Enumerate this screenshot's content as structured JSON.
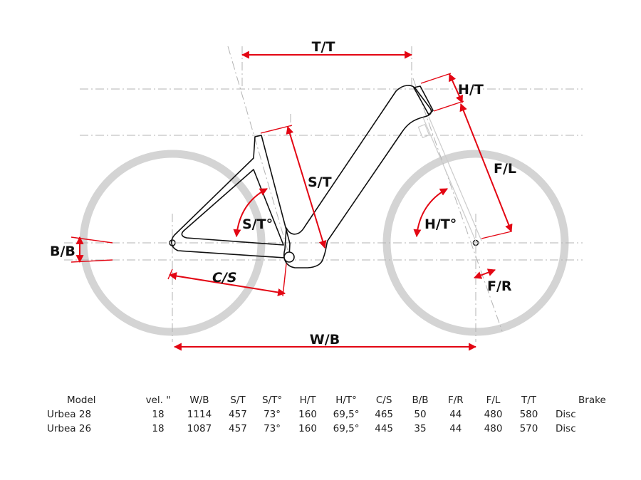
{
  "labels": {
    "tt": "T/T",
    "ht": "H/T",
    "st": "S/T",
    "fl": "F/L",
    "sta": "S/T°",
    "hta": "H/T°",
    "bb": "B/B",
    "cs": "C/S",
    "fr": "F/R",
    "wb": "W/B"
  },
  "colors": {
    "dimension": "#e30613",
    "frame": "#111111",
    "wheel": "#d4d4d4",
    "guide": "#b3b3b3"
  },
  "table": {
    "headers": [
      "Model",
      "vel. \"",
      "W/B",
      "S/T",
      "S/T°",
      "H/T",
      "H/T°",
      "C/S",
      "B/B",
      "F/R",
      "F/L",
      "T/T",
      "Brake"
    ],
    "rows": [
      [
        "Urbea 28",
        "18",
        "1114",
        "457",
        "73°",
        "160",
        "69,5°",
        "465",
        "50",
        "44",
        "480",
        "580",
        "Disc"
      ],
      [
        "Urbea 26",
        "18",
        "1087",
        "457",
        "73°",
        "160",
        "69,5°",
        "445",
        "35",
        "44",
        "480",
        "570",
        "Disc"
      ]
    ]
  }
}
